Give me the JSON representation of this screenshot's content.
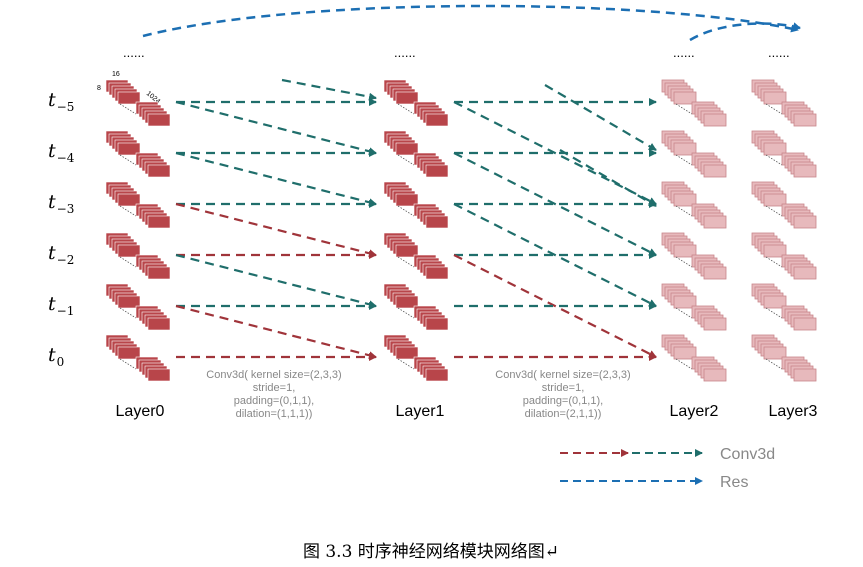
{
  "time_labels": [
    {
      "base": "t",
      "sub": "−5"
    },
    {
      "base": "t",
      "sub": "−4"
    },
    {
      "base": "t",
      "sub": "−3"
    },
    {
      "base": "t",
      "sub": "−2"
    },
    {
      "base": "t",
      "sub": "−1"
    },
    {
      "base": "t",
      "sub": "0"
    }
  ],
  "layers": [
    "Layer0",
    "Layer1",
    "Layer2",
    "Layer3"
  ],
  "dims": {
    "channels": "8",
    "height": "16",
    "width": "1024"
  },
  "ellipsis": "......",
  "conv_params_1": {
    "line1": "Conv3d( kernel size=(2,3,3)",
    "line2": "stride=1,",
    "line3": "padding=(0,1,1),",
    "line4": "dilation=(1,1,1))"
  },
  "conv_params_2": {
    "line1": "Conv3d( kernel size=(2,3,3)",
    "line2": "stride=1,",
    "line3": "padding=(0,1,1),",
    "line4": "dilation=(2,1,1))"
  },
  "legend": {
    "conv3d": "Conv3d",
    "res": "Res"
  },
  "caption": "图  3.3 时序神经网络模块网络图↵",
  "colors": {
    "dark_block": "#a1363b",
    "dark_block_face": "#b8454a",
    "light_block": "#e7b9bc",
    "light_block_border": "#c9868b",
    "arrow_teal": "#1f6e6b",
    "arrow_red": "#a0343a",
    "arrow_blue": "#1c6fb3",
    "label_gray": "#888888"
  }
}
